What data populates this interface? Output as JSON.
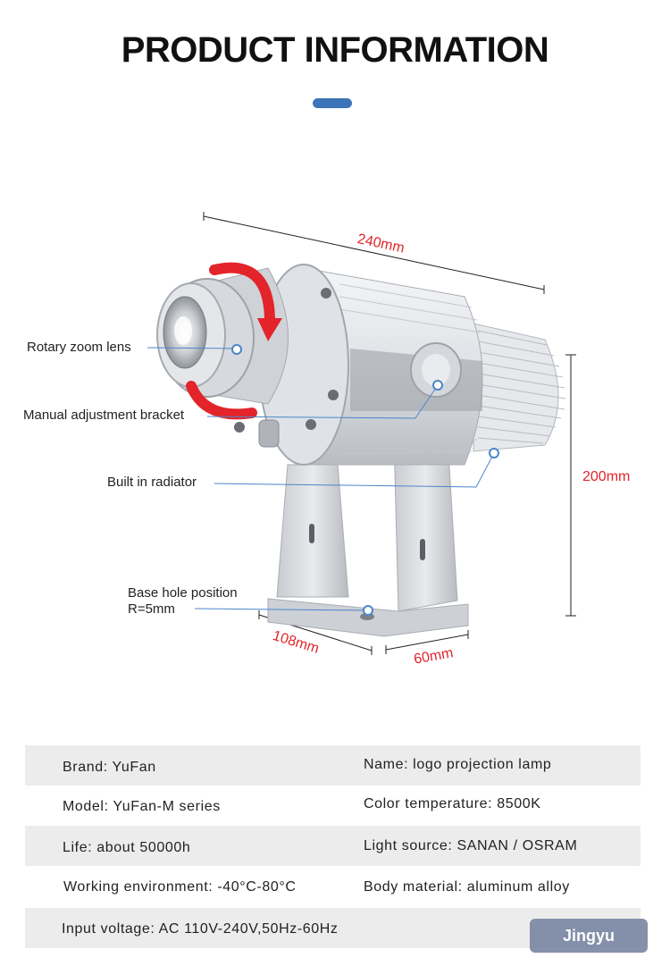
{
  "header": {
    "title": "PRODUCT INFORMATION"
  },
  "colors": {
    "accent": "#3d73b8",
    "dimension_text": "#e0252b",
    "row_shade": "#ececec"
  },
  "diagram": {
    "callouts": {
      "lens": "Rotary zoom lens",
      "bracket": "Manual adjustment bracket",
      "radiator": "Built in radiator",
      "base_line1": "Base hole position",
      "base_line2": "R=5mm"
    },
    "dimensions": {
      "length": "240mm",
      "height": "200mm",
      "base_length": "108mm",
      "base_width": "60mm"
    }
  },
  "specs": {
    "rows": [
      {
        "left": "Brand: YuFan",
        "right": "Name: logo projection lamp"
      },
      {
        "left": "Model: YuFan-M series",
        "right": "Color temperature: 8500K"
      },
      {
        "left": "Life: about 50000h",
        "right": "Light source: SANAN / OSRAM"
      },
      {
        "left": "Working environment: -40°C-80°C",
        "right": "Body material: aluminum alloy"
      },
      {
        "left": "Input voltage: AC 110V-240V,50Hz-60Hz",
        "right": ""
      }
    ]
  },
  "watermark": {
    "text": "Jingyu"
  }
}
